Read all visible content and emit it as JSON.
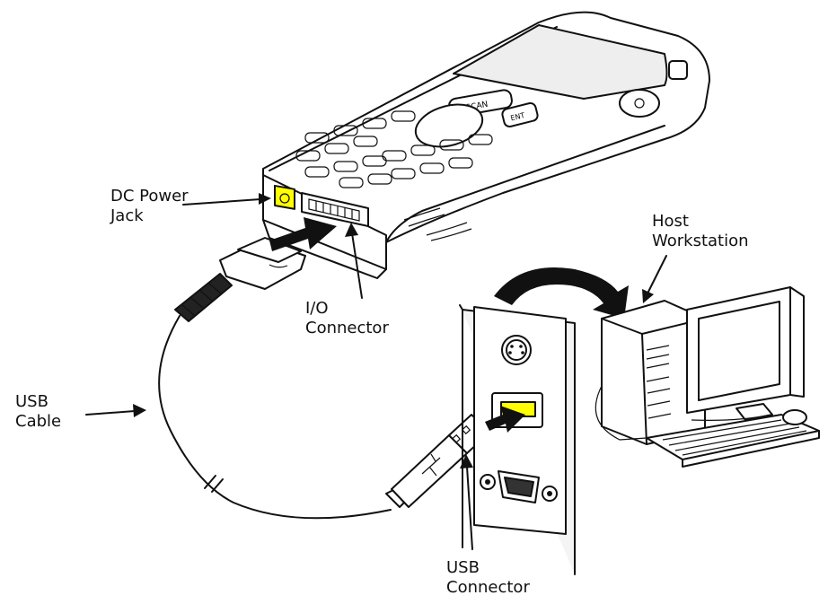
{
  "labels": {
    "dc_power_jack": [
      "DC Power",
      "Jack"
    ],
    "io_connector": [
      "I/O",
      "Connector"
    ],
    "usb_cable": [
      "USB",
      "Cable"
    ],
    "usb_connector": [
      "USB",
      "Connector"
    ],
    "host_workstation": [
      "Host",
      "Workstation"
    ]
  },
  "device_keys": {
    "scan": "SCAN",
    "ent": "ENT"
  },
  "colors": {
    "highlight": "#ffff00",
    "ink": "#111111",
    "screen": "#eeeeee",
    "panel": "#f4f4f4"
  }
}
